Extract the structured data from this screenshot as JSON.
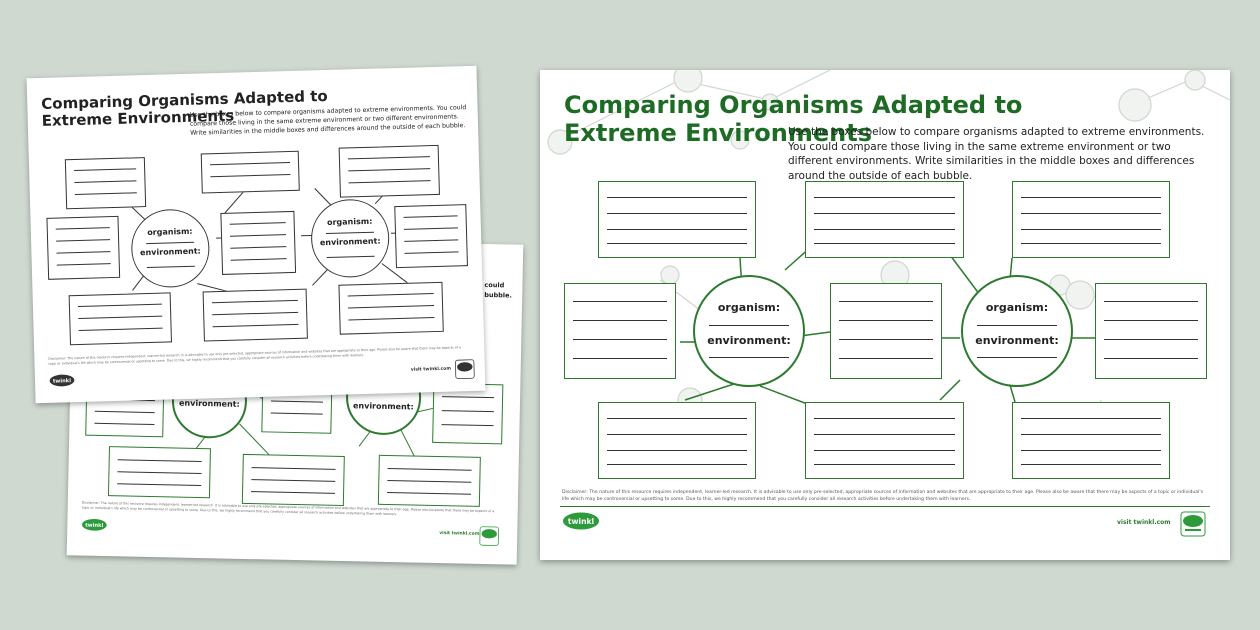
{
  "worksheet": {
    "title": "Comparing Organisms Adapted to Extreme Environments",
    "instructions": "Use the boxes below to compare organisms adapted to extreme environments. You could compare those living in the same extreme environment or two different environments. Write similarities in the middle boxes and differences around the outside of each bubble.",
    "organism_label": "organism:",
    "environment_label": "environment:",
    "disclaimer": "Disclaimer: The nature of this resource requires independent, learner-led research. It is advisable to use only pre-selected, appropriate sources of information and websites that are appropriate to their age. Please also be aware that there may be aspects of a topic or individual's life which may be controversial or upsetting to some. Due to this, we highly recommend that you carefully consider all research activities before undertaking them with learners.",
    "visit": "visit twinkl.com",
    "logo": "twinkl",
    "back_fragment": "could",
    "back_fragment_2": "bubble."
  },
  "colors": {
    "background": "#cfd9d0",
    "accent_green": "#2d7a2f",
    "title_green": "#1d6b24"
  },
  "icons": [
    "twinkl-logo-icon",
    "quality-standard-badge-icon"
  ]
}
